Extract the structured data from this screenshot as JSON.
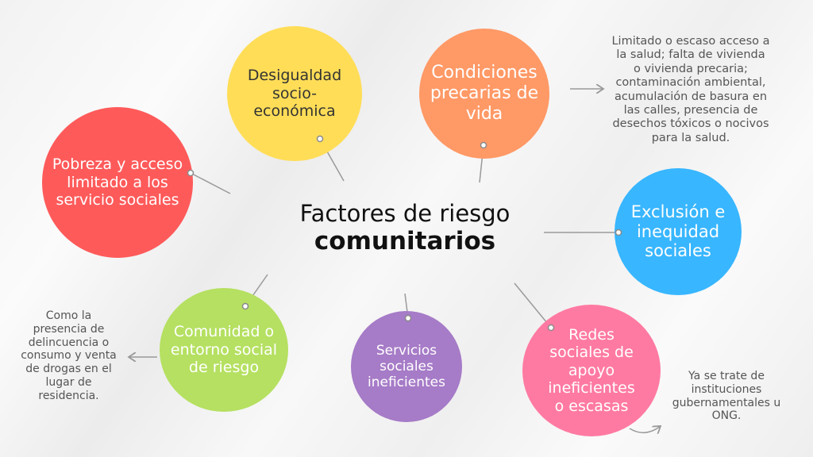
{
  "title": {
    "line1": "Factores de riesgo",
    "line2": "comunitarios"
  },
  "factors": [
    {
      "label": "Pobreza y acceso limitado a los servicio sociales",
      "color": "#FF5A5A"
    },
    {
      "label": "Desigualdad socio-económica",
      "color": "#FFDD57"
    },
    {
      "label": "Condiciones precarias de vida",
      "color": "#FF9966"
    },
    {
      "label": "Exclusión e inequidad sociales",
      "color": "#38B6FF"
    },
    {
      "label": "Redes sociales de apoyo ineficientes o escasas",
      "color": "#FF7AA2"
    },
    {
      "label": "Servicios sociales ineficientes",
      "color": "#A67BC7"
    },
    {
      "label": "Comunidad o entorno social de riesgo",
      "color": "#B5E061"
    }
  ],
  "notes": {
    "condiciones": "Limitado o escaso acceso a la salud; falta de vivienda o vivienda precaria; contaminación ambiental, acumulación de basura en las calles, presencia de desechos tóxicos o nocivos para la salud.",
    "comunidad": "Como la presencia de delincuencia o consumo y venta de drogas en el lugar de residencia.",
    "redes": "Ya se trate de instituciones gubernamentales u ONG."
  }
}
